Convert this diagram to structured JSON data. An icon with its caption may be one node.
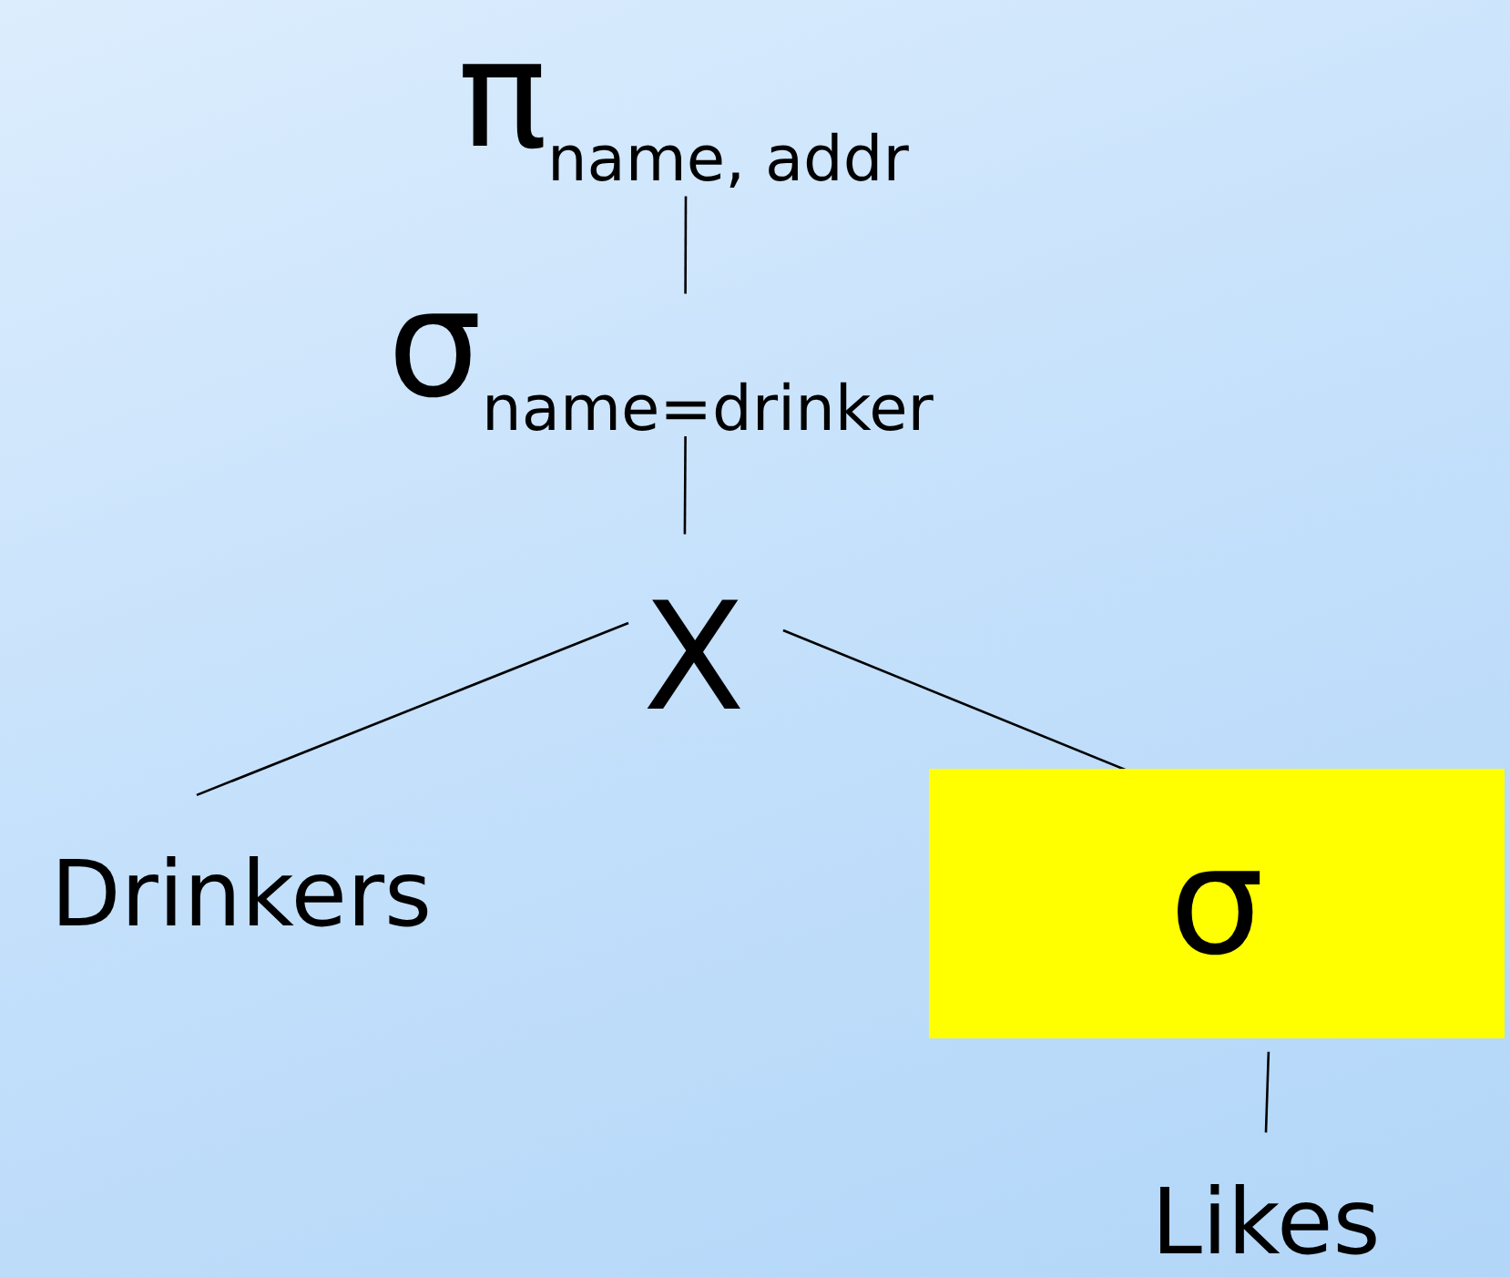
{
  "diagram": {
    "nodes": [
      {
        "text": [
          "π$_{name, addr}$"
        ]
      },
      {
        "text": [
          "σ$_{name=drinker}$"
        ]
      },
      {
        "text": [
          "X"
        ]
      },
      {
        "text": [
          "Drinkers"
        ]
      },
      {
        "text": [
          "σ"
        ]
      },
      {
        "text": [
          "Likes"
        ]
      }
    ],
    "edges": [
      {
        "from": 0,
        "to": 1,
        "arrow": "none"
      },
      {
        "from": 1,
        "to": 2,
        "arrow": "none"
      },
      {
        "from": 2,
        "to": 3,
        "arrow": "none"
      },
      {
        "from": 2,
        "to": 4,
        "arrow": "none"
      },
      {
        "from": 4,
        "to": 5,
        "arrow": "none"
      }
    ]
  }
}
